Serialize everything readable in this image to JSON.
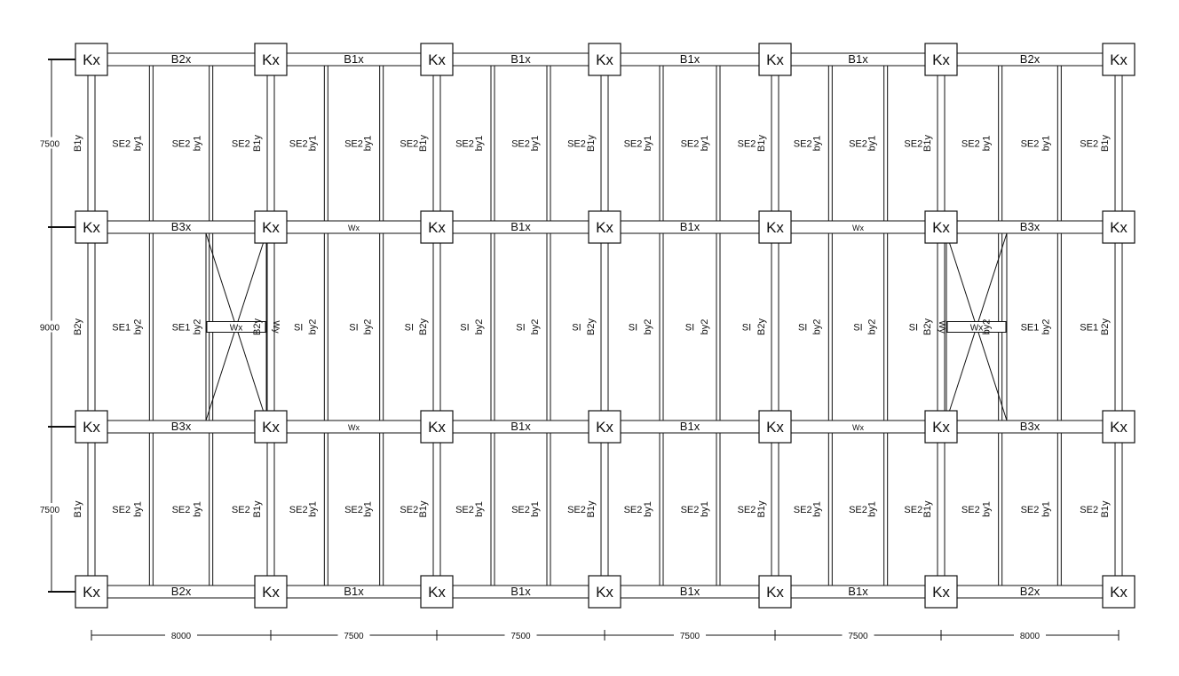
{
  "grid": {
    "columns": 7,
    "rows": 4,
    "column_label": "Kx",
    "span_dimensions": [
      "8000",
      "7500",
      "7500",
      "7500",
      "7500",
      "8000"
    ],
    "bay_dimensions": [
      "7500",
      "9000",
      "7500"
    ]
  },
  "beams_x": [
    [
      "B2x",
      "B1x",
      "B1x",
      "B1x",
      "B1x",
      "B2x"
    ],
    [
      "B3x",
      "Wx",
      "B1x",
      "B1x",
      "Wx",
      "B3x"
    ],
    [
      "B3x",
      "Wx",
      "B1x",
      "B1x",
      "Wx",
      "B3x"
    ],
    [
      "B2x",
      "B1x",
      "B1x",
      "B1x",
      "B1x",
      "B2x"
    ]
  ],
  "beams_y": [
    "B1y",
    "B2y",
    "B1y"
  ],
  "joist_labels": [
    "by1",
    "by2",
    "by1"
  ],
  "slab_labels": [
    [
      [
        "SE2",
        "SE2",
        "SE2"
      ],
      [
        "SE2",
        "SE2",
        "SE2"
      ],
      [
        "SE2",
        "SE2",
        "SE2"
      ],
      [
        "SE2",
        "SE2",
        "SE2"
      ],
      [
        "SE2",
        "SE2",
        "SE2"
      ],
      [
        "SE2",
        "SE2",
        "SE2"
      ]
    ],
    [
      [
        "SE1",
        "SE1",
        ""
      ],
      [
        "SI",
        "SI",
        "SI"
      ],
      [
        "SI",
        "SI",
        "SI"
      ],
      [
        "SI",
        "SI",
        "SI"
      ],
      [
        "SI",
        "SI",
        "SI"
      ],
      [
        "",
        "SE1",
        "SE1"
      ]
    ],
    [
      [
        "SE2",
        "SE2",
        "SE2"
      ],
      [
        "SE2",
        "SE2",
        "SE2"
      ],
      [
        "SE2",
        "SE2",
        "SE2"
      ],
      [
        "SE2",
        "SE2",
        "SE2"
      ],
      [
        "SE2",
        "SE2",
        "SE2"
      ],
      [
        "SE2",
        "SE2",
        "SE2"
      ]
    ]
  ],
  "opening": {
    "label_beam": "Wx",
    "label_wall": "Wy",
    "spans": [
      1,
      6
    ]
  }
}
